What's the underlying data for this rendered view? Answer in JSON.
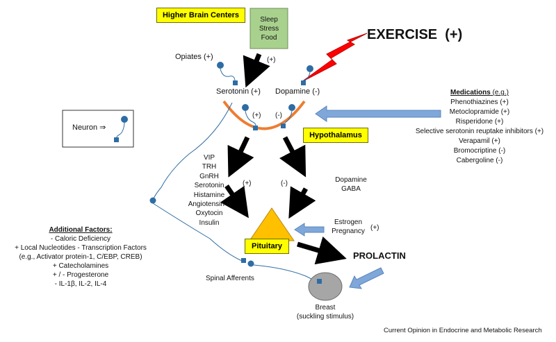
{
  "labels": {
    "higher_brain_centers": "Higher Brain Centers",
    "sleep": "Sleep",
    "stress": "Stress",
    "food": "Food",
    "sleep_sign": "(+)",
    "exercise": "EXERCISE  (+)",
    "opiates": "Opiates (+)",
    "serotonin": "Serotonin (+)",
    "dopamine": "Dopamine (-)",
    "hypo_plus": "(+)",
    "hypo_minus": "(-)",
    "hypothalamus": "Hypothalamus",
    "neuron_legend": "Neuron",
    "neuron_arrow": "⇒",
    "left_signals": [
      "VIP",
      "TRH",
      "GnRH",
      "Serotonin",
      "Histamine",
      "Angiotensin II",
      "Oxytocin",
      "Insulin"
    ],
    "left_sign": "(+)",
    "right_sign": "(-)",
    "right_signals": [
      "Dopamine",
      "GABA"
    ],
    "pituitary": "Pituitary",
    "estrogen": "Estrogen",
    "pregnancy": "Pregnancy",
    "estrogen_sign": "(+)",
    "prolactin": "PROLACTIN",
    "spinal_afferents": "Spinal Afferents",
    "breast": "Breast",
    "suckling": "(suckling stimulus)",
    "source": "Current Opinion in Endocrine and Metabolic Research"
  },
  "medications": {
    "title": "Medications",
    "title_suffix": " (e.g.)",
    "items": [
      "Phenothiazines (+)",
      "Metoclopramide (+)",
      "Risperidone (+)",
      "Selective serotonin reuptake inhibitors (+)",
      "Verapamil (+)",
      "Bromocriptine (-)",
      "Cabergoline (-)"
    ]
  },
  "additional_factors": {
    "title": "Additional Factors:",
    "items": [
      "- Caloric Deficiency",
      "+ Local Nucleotides - Transcription Factors",
      "(e.g., Activator protein-1, C/EBP, CREB)",
      "+ Catecholamines",
      "+ / - Progesterone",
      "- IL-1β, IL-2, IL-4"
    ]
  },
  "colors": {
    "yellow_box": "#ffff00",
    "sleep_box": "#a9d18e",
    "hypothalamus_arc": "#ed7d31",
    "neuron": "#2e6da4",
    "blue_arrow": "#7fa7d9",
    "lightning": "#ff0000",
    "pituitary_triangle": "#ffc000",
    "breast": "#a6a6a6"
  }
}
